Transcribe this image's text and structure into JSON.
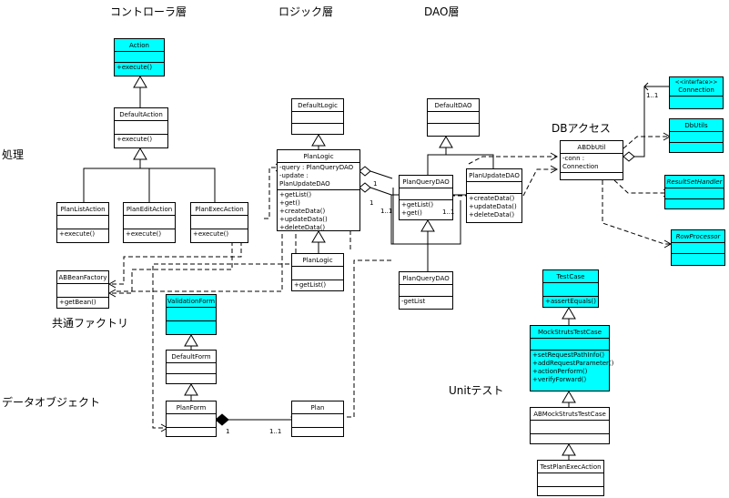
{
  "layers": {
    "controller": "コントローラ層",
    "logic": "ロジック層",
    "dao": "DAO層",
    "processing": "処理",
    "factory": "共通ファクトリ",
    "data_object": "データオブジェクト",
    "unit_test": "Unitテスト",
    "db_access": "DBアクセス"
  },
  "classes": {
    "action": {
      "name": "Action",
      "ops": "+execute()"
    },
    "default_action": {
      "name": "DefaultAction",
      "ops": "+execute()"
    },
    "plan_list_action": {
      "name": "PlanListAction",
      "ops": "+execute()"
    },
    "plan_edit_action": {
      "name": "PlanEditAction",
      "ops": "+execute()"
    },
    "plan_exec_action": {
      "name": "PlanExecAction",
      "ops": "+execute()"
    },
    "ab_bean_factory": {
      "name": "ABBeanFactory",
      "ops": "+getBean()"
    },
    "default_logic": {
      "name": "DefaultLogic"
    },
    "plan_logic": {
      "name": "PlanLogic",
      "attr1": "-query : PlanQueryDAO",
      "attr2": "-update : PlanUpdateDAO",
      "op1": "+getList()",
      "op2": "+get()",
      "op3": "+createData()",
      "op4": "+updateData()",
      "op5": "+deleteData()"
    },
    "plan_logic_sub": {
      "name": "PlanLogic",
      "ops": "+getList()"
    },
    "default_dao": {
      "name": "DefaultDAO"
    },
    "plan_query_dao": {
      "name": "PlanQueryDAO",
      "op1": "+getList()",
      "op2": "+get()"
    },
    "plan_update_dao": {
      "name": "PlanUpdateDAO",
      "op1": "+createData()",
      "op2": "+updateData()",
      "op3": "+deleteData()"
    },
    "plan_query_dao_sub": {
      "name": "PlanQueryDAO",
      "ops": "-getList"
    },
    "ab_db_util": {
      "name": "ABDbUtil",
      "attr": "-conn : Connection"
    },
    "connection": {
      "stereo": "<<interface>>",
      "name": "Connection"
    },
    "db_utils": {
      "name": "DbUtils"
    },
    "result_set_handler": {
      "name": "ResultSetHandler"
    },
    "row_processor": {
      "name": "RowProcessor"
    },
    "validation_form": {
      "name": "ValidationForm"
    },
    "default_form": {
      "name": "DefaultForm"
    },
    "plan_form": {
      "name": "PlanForm"
    },
    "plan": {
      "name": "Plan"
    },
    "test_case": {
      "name": "TestCase",
      "ops": "+assertEquals()"
    },
    "mock_struts_test_case": {
      "name": "MockStrutsTestCase",
      "op1": "+setRequestPathInfo()",
      "op2": "+addRequestParameter()",
      "op3": "+actionPerform()",
      "op4": "+verifyForward()"
    },
    "ab_mock_struts_test_case": {
      "name": "ABMockStrutsTestCase"
    },
    "test_plan_exec_action": {
      "name": "TestPlanExecAction"
    }
  },
  "multiplicities": {
    "conn": "1..1",
    "plan_form_end": "1",
    "plan_end": "1..1",
    "query_end_1": "1",
    "query_end_2": "1..1",
    "update_end_1": "1",
    "update_end_2": "1..1"
  }
}
